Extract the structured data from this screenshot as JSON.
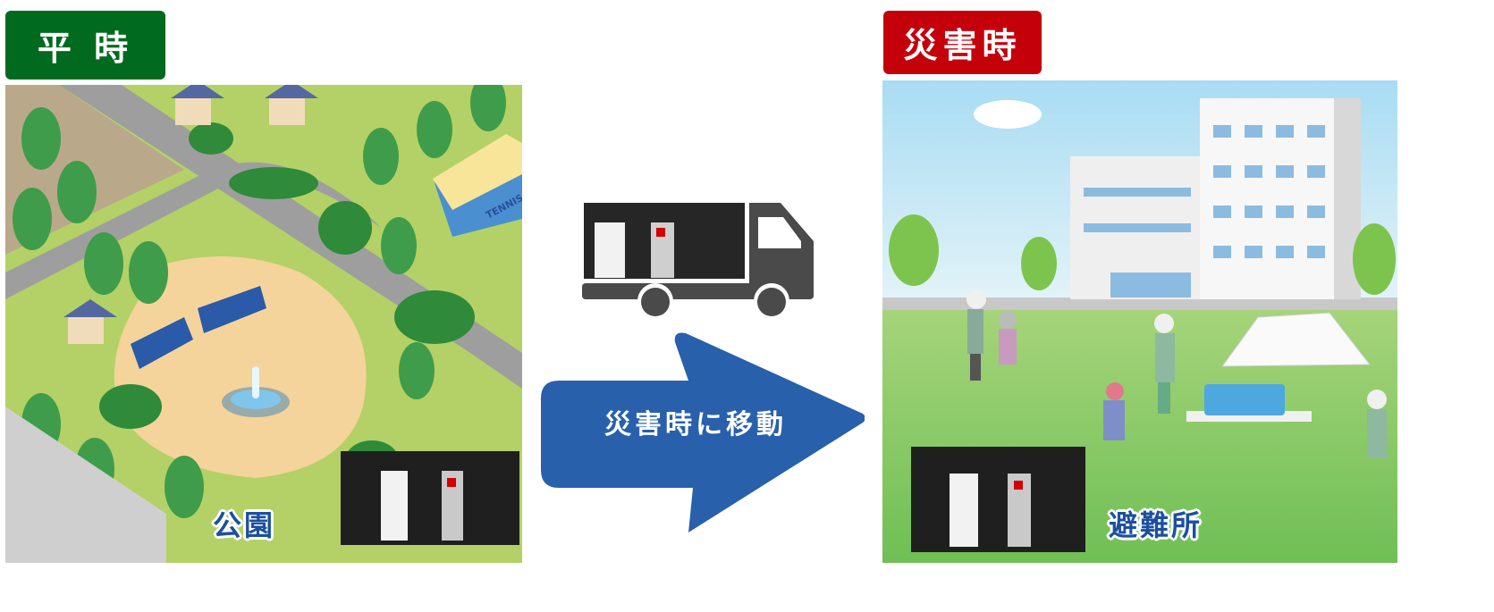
{
  "normal": {
    "label": "平 時",
    "place_label": "公園",
    "shop_sign": "TENNIS",
    "accent_color": "#006a1f"
  },
  "transfer": {
    "arrow_label": "災害時に移動",
    "arrow_color": "#2860ab",
    "truck_color": "#4a4a4a"
  },
  "disaster": {
    "label": "災害時",
    "place_label": "避難所",
    "accent_color": "#c4000b"
  }
}
